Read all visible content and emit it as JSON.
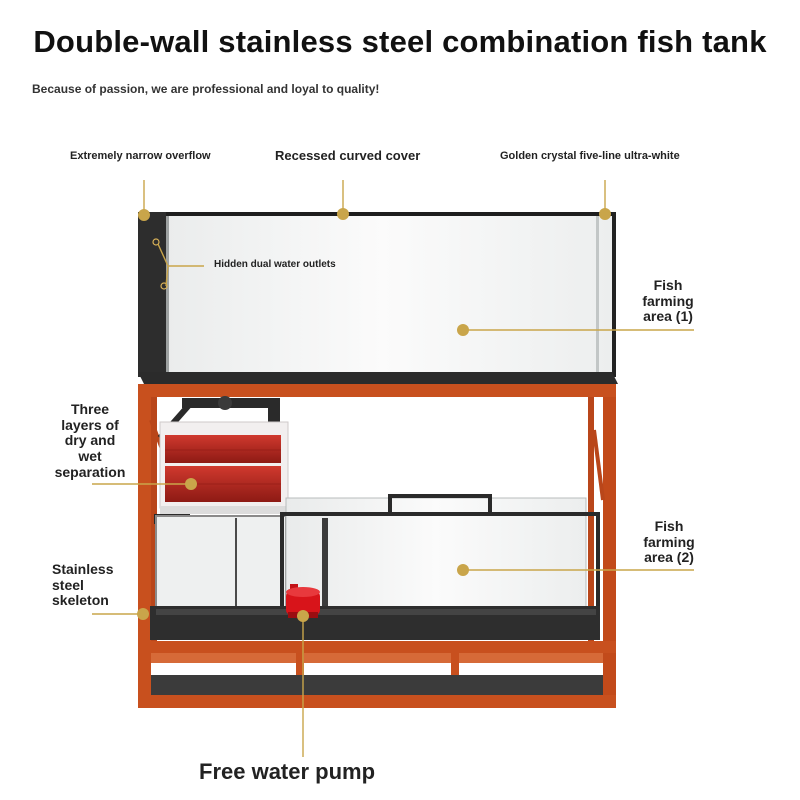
{
  "title": "Double-wall stainless steel combination fish tank",
  "subtitle": "Because of passion, we are professional and loyal to quality!",
  "callouts": {
    "overflow": "Extremely narrow overflow",
    "cover": "Recessed curved cover",
    "glass": "Golden crystal five-line ultra-white",
    "outlets": "Hidden dual water outlets",
    "area1": "Fish\nfarming\narea (1)",
    "separation": "Three\nlayers of\ndry and\nwet\nseparation",
    "area2": "Fish\nfarming\narea (2)",
    "skeleton": "Stainless\nsteel\nskeleton",
    "pump": "Free water pump"
  },
  "colors": {
    "frame": "#c8501e",
    "frame_dark": "#8e3412",
    "tank_black": "#2a2a2a",
    "glass": "#f3f4f4",
    "leader": "#c9a54a",
    "filter_red": "#b3261e",
    "pump_red": "#d8141a"
  }
}
